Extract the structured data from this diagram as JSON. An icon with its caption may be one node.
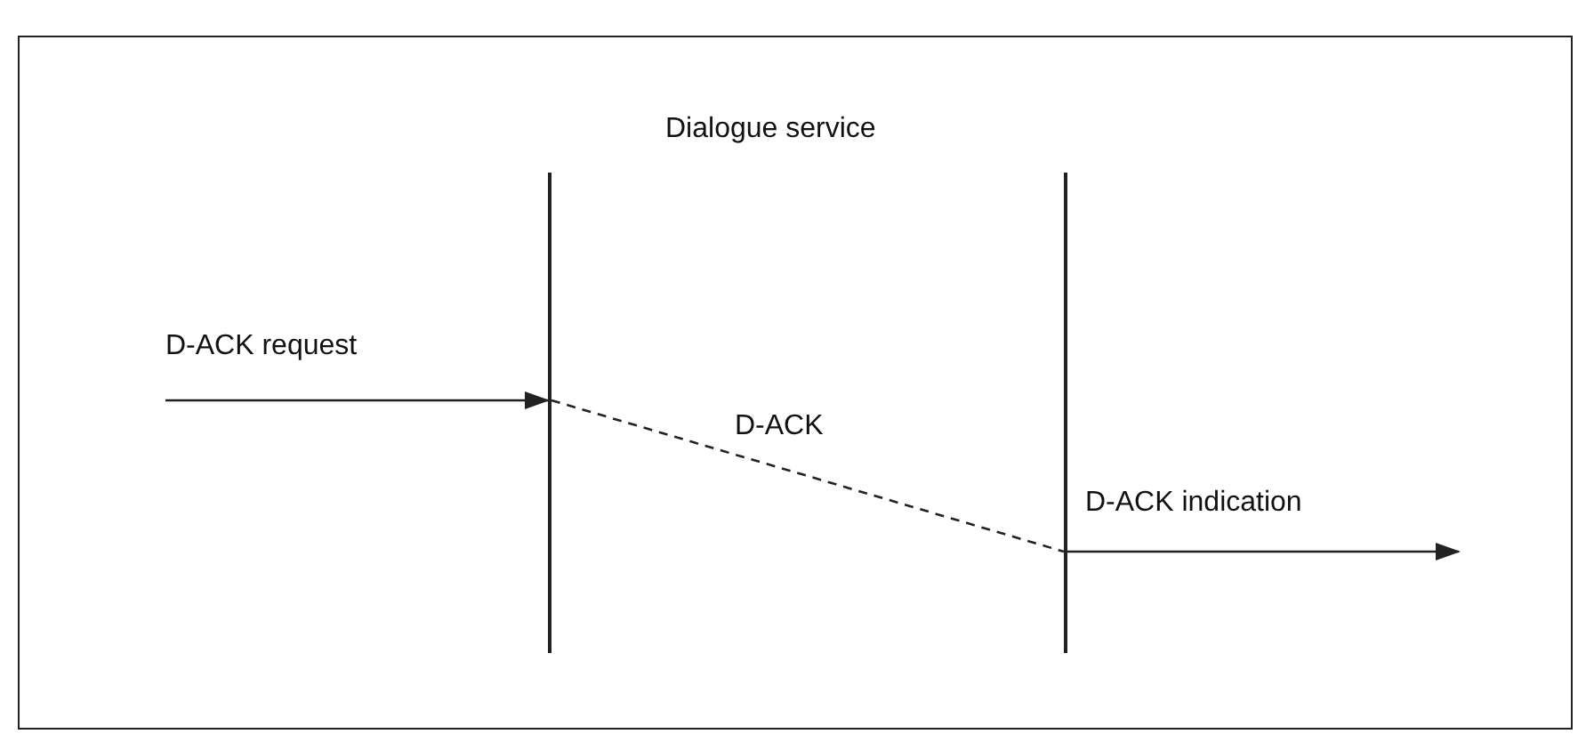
{
  "diagram": {
    "nodes": [
      {
        "text": [],
        "shape": "bar"
      },
      {
        "text": [],
        "shape": "bar"
      }
    ],
    "edges": [
      {
        "from": null,
        "to": 0,
        "arrow": "to",
        "label": "D-ACK request"
      },
      {
        "from": 0,
        "to": 1,
        "arrow": "none",
        "style": "dashed",
        "label": "D-ACK"
      },
      {
        "from": 1,
        "to": null,
        "arrow": "to",
        "label": "D-ACK indication"
      }
    ],
    "labels": [
      "Dialogue service"
    ]
  }
}
